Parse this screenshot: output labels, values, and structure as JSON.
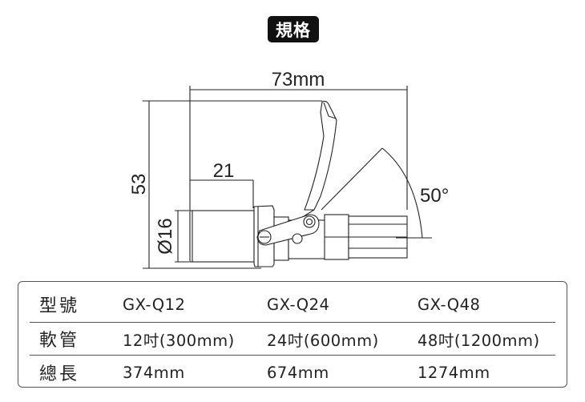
{
  "header": {
    "title": "規格"
  },
  "diagram": {
    "dimensions": {
      "overall_length": "73mm",
      "height": "53",
      "front_length": "21",
      "diameter": "Ø16",
      "angle": "50°"
    },
    "line_color": "#222222"
  },
  "spec_table": {
    "rows": [
      {
        "label": "型號",
        "values": [
          "GX-Q12",
          "GX-Q24",
          "GX-Q48"
        ]
      },
      {
        "label": "軟管",
        "values": [
          "12吋(300mm)",
          "24吋(600mm)",
          "48吋(1200mm)"
        ]
      },
      {
        "label": "總長",
        "values": [
          "374mm",
          "674mm",
          "1274mm"
        ]
      }
    ]
  }
}
